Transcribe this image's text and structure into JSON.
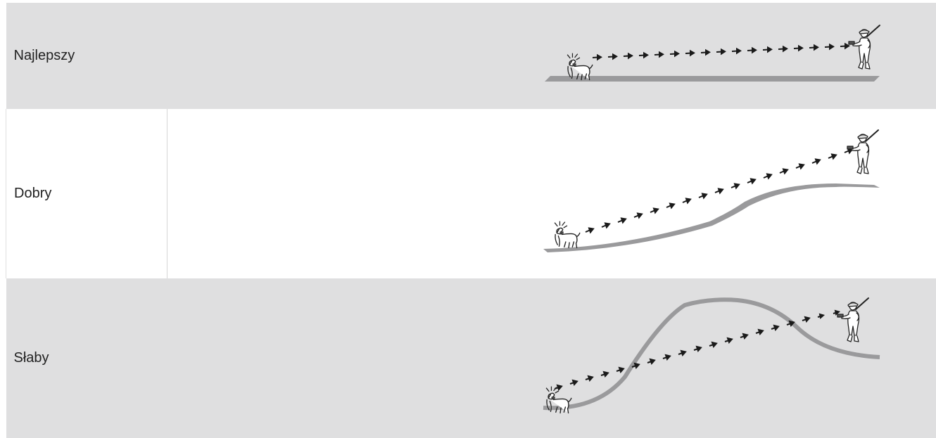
{
  "rows": [
    {
      "label": "Najlepszy",
      "terrain": "flat"
    },
    {
      "label": "Dobry",
      "terrain": "rising slope"
    },
    {
      "label": "Słaby",
      "terrain": "hill between dog and handler"
    }
  ],
  "colors": {
    "ground": "#9a9a9c",
    "gray_row": "#dfdfe0",
    "white_row": "#ffffff",
    "arrows": "#1a1a1a",
    "label_text": "#222222"
  },
  "icons": [
    "dog-with-collar-icon",
    "hunter-with-handheld-icon",
    "signal-arrow-icon"
  ]
}
